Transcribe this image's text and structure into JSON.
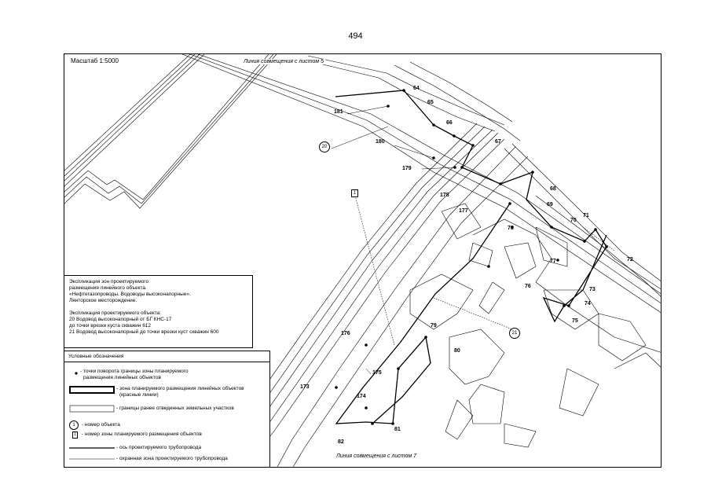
{
  "page_number": "494",
  "map": {
    "scale": "Масштаб 1:5000",
    "match_line_top": "Линия совмещения с листом 5",
    "match_line_bottom": "Линия совмещения с листом 7",
    "point_labels": [
      "64",
      "65",
      "66",
      "67",
      "68",
      "69",
      "70",
      "71",
      "72",
      "73",
      "74",
      "75",
      "76",
      "77",
      "78",
      "79",
      "80",
      "81",
      "82",
      "173",
      "174",
      "175",
      "176",
      "177",
      "178",
      "179",
      "180",
      "181"
    ],
    "object_numbers": [
      "20",
      "21"
    ],
    "zone_number": "1"
  },
  "explication": {
    "lines": [
      "Экспликация зон проектируемого",
      "размещения линейного объекта.",
      "«Нефтегазопроводы. Водоводы высоконапорные».",
      "Лянторское месторождение.",
      "",
      "Экспликация проектируемого объекта:",
      "20   Водовод высоконапорный от БГ КНС-17",
      "       до точки врезки куста скважин 612",
      "21   Водовод высоконапорный до точки врезки куст скважин 600"
    ]
  },
  "legend": {
    "title": "Условные обозначения",
    "items": [
      {
        "text1": "- точки поворота границы зоны планируемого",
        "text2": "размещения линейных объектов"
      },
      {
        "text1": "- зона планируемого размещения линейных объектов",
        "text2": "(красные линии)"
      },
      {
        "text1": "- границы ранее отведенных земельных участков",
        "text2": ""
      },
      {
        "text1": "- номер  объекта",
        "text2": "",
        "symbol": "1"
      },
      {
        "text1": "- номер зоны планируемого размещения объектов",
        "text2": "",
        "symbol": "1"
      },
      {
        "text1": "- ось проектируемого трубопровода",
        "text2": ""
      },
      {
        "text1": "- охранная зона проектируемого трубопровода",
        "text2": ""
      }
    ]
  },
  "colors": {
    "line": "#000000",
    "paper": "#ffffff"
  }
}
